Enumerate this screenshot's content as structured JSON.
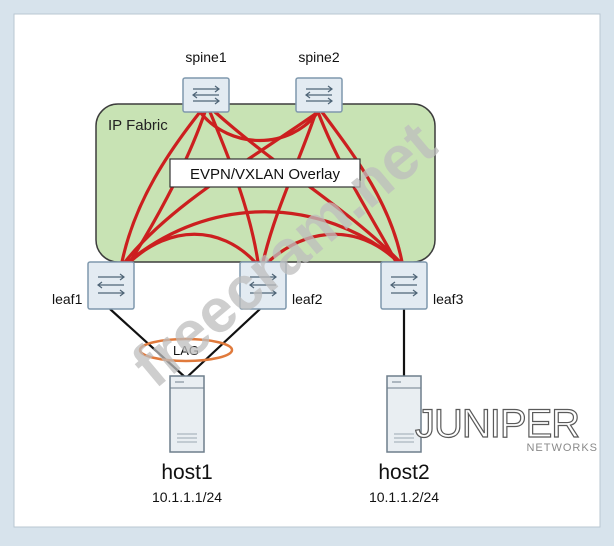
{
  "colors": {
    "fabric_fill": "#c8e3b4",
    "fabric_stroke": "#3d3d3d",
    "overlay_link": "#cc1f1f",
    "lag_ring": "#e07a3c",
    "device_fill": "#e3ebf2",
    "device_stroke": "#7f98ad",
    "background_panel": "#ffffff",
    "frame": "#d7e3ec",
    "watermark": "#c4c4c4"
  },
  "fabric": {
    "label": "IP Fabric"
  },
  "overlay": {
    "label": "EVPN/VXLAN Overlay"
  },
  "lag": {
    "label": "LAG"
  },
  "spines": [
    {
      "name": "spine1",
      "icon": "switch-icon"
    },
    {
      "name": "spine2",
      "icon": "switch-icon"
    }
  ],
  "leaves": [
    {
      "name": "leaf1",
      "icon": "switch-icon"
    },
    {
      "name": "leaf2",
      "icon": "switch-icon"
    },
    {
      "name": "leaf3",
      "icon": "switch-icon"
    }
  ],
  "hosts": [
    {
      "name": "host1",
      "address": "10.1.1.1/24",
      "icon": "server-icon"
    },
    {
      "name": "host2",
      "address": "10.1.1.2/24",
      "icon": "server-icon"
    }
  ],
  "watermark": {
    "text": "freecram.net"
  },
  "logo": {
    "brand": "JUNIPER",
    "sub": "NETWORKS"
  }
}
